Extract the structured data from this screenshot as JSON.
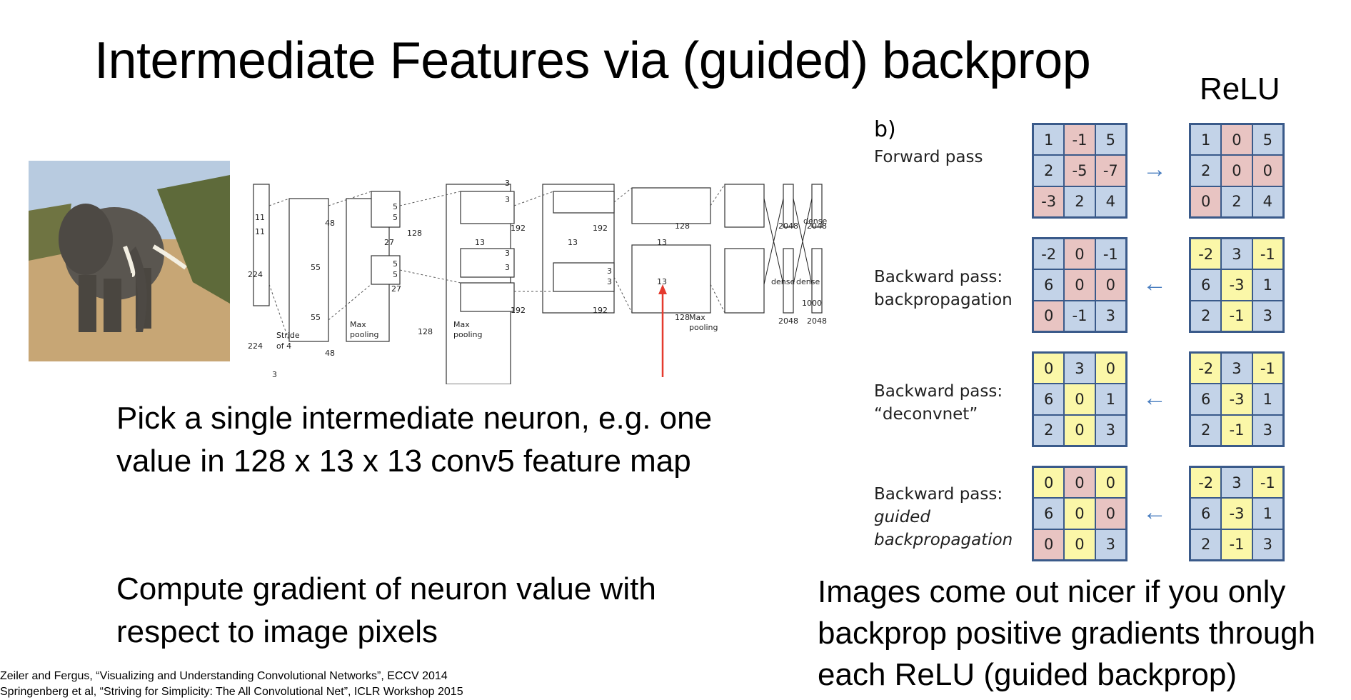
{
  "title": "Intermediate Features via (guided) backprop",
  "bullets": [
    "Pick a single intermediate neuron, e.g. one value in 128 x 13 x 13 conv5 feature map",
    "Compute gradient of neuron value with respect to image pixels"
  ],
  "caption": "Images come out nicer if you only backprop positive gradients through each ReLU (guided backprop)",
  "references": [
    "Zeiler and Fergus, “Visualizing and Understanding Convolutional Networks”, ECCV 2014",
    "Springenberg et al, “Striving for Simplicity: The All Convolutional Net”, ICLR Workshop 2015"
  ],
  "figure": {
    "relu_label": "ReLU",
    "panel_label": "b)",
    "rows": [
      {
        "label_lines": [
          "Forward pass"
        ],
        "left": [
          [
            "1",
            "-1",
            "5"
          ],
          [
            "2",
            "-5",
            "-7"
          ],
          [
            "-3",
            "2",
            "4"
          ]
        ],
        "right": [
          [
            "1",
            "0",
            "5"
          ],
          [
            "2",
            "0",
            "0"
          ],
          [
            "0",
            "2",
            "4"
          ]
        ],
        "direction": "→"
      },
      {
        "label_lines": [
          "Backward pass:",
          "backpropagation"
        ],
        "left": [
          [
            "-2",
            "0",
            "-1"
          ],
          [
            "6",
            "0",
            "0"
          ],
          [
            "0",
            "-1",
            "3"
          ]
        ],
        "right": [
          [
            "-2",
            "3",
            "-1"
          ],
          [
            "6",
            "-3",
            "1"
          ],
          [
            "2",
            "-1",
            "3"
          ]
        ],
        "direction": "←"
      },
      {
        "label_lines": [
          "Backward pass:",
          "“deconvnet”"
        ],
        "left": [
          [
            "0",
            "3",
            "0"
          ],
          [
            "6",
            "0",
            "1"
          ],
          [
            "2",
            "0",
            "3"
          ]
        ],
        "right": [
          [
            "-2",
            "3",
            "-1"
          ],
          [
            "6",
            "-3",
            "1"
          ],
          [
            "2",
            "-1",
            "3"
          ]
        ],
        "direction": "←"
      },
      {
        "label_lines": [
          "Backward pass:",
          "guided",
          "backpropagation"
        ],
        "left": [
          [
            "0",
            "0",
            "0"
          ],
          [
            "6",
            "0",
            "0"
          ],
          [
            "0",
            "0",
            "3"
          ]
        ],
        "right": [
          [
            "-2",
            "3",
            "-1"
          ],
          [
            "6",
            "-3",
            "1"
          ],
          [
            "2",
            "-1",
            "3"
          ]
        ],
        "direction": "←"
      }
    ],
    "colors": {
      "blue": "#c3d3e8",
      "pink": "#e8c4c2",
      "yellow": "#fbf7a8",
      "border": "#3a5a8a",
      "arrow": "#4a7ec0"
    }
  },
  "cnn": {
    "labels": [
      "11",
      "11",
      "224",
      "224",
      "3",
      "Stride",
      "of 4",
      "55",
      "55",
      "48",
      "5",
      "5",
      "5",
      "5",
      "27",
      "27",
      "48",
      "128",
      "128",
      "3",
      "3",
      "3",
      "3",
      "3",
      "3",
      "192",
      "192",
      "192",
      "192",
      "13",
      "13",
      "13",
      "13",
      "128",
      "128",
      "Max",
      "pooling",
      "Max",
      "pooling",
      "Max",
      "pooling",
      "2048",
      "2048",
      "2048",
      "2048",
      "dense",
      "dense",
      "dense",
      "1000"
    ]
  }
}
